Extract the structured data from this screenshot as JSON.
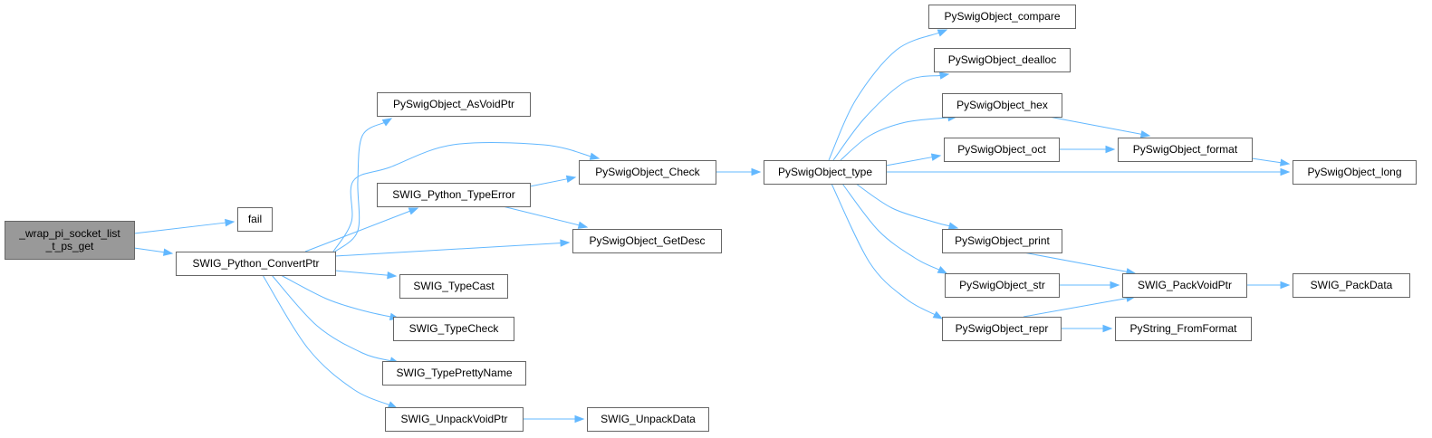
{
  "nodes": [
    {
      "id": "root",
      "lines": [
        "_wrap_pi_socket_list",
        "_t_ps_get"
      ],
      "root": true
    },
    {
      "id": "fail",
      "lines": [
        "fail"
      ]
    },
    {
      "id": "convertptr",
      "lines": [
        "SWIG_Python_ConvertPtr"
      ]
    },
    {
      "id": "asvoidptr",
      "lines": [
        "PySwigObject_AsVoidPtr"
      ]
    },
    {
      "id": "typeerror",
      "lines": [
        "SWIG_Python_TypeError"
      ]
    },
    {
      "id": "check",
      "lines": [
        "PySwigObject_Check"
      ]
    },
    {
      "id": "getdesc",
      "lines": [
        "PySwigObject_GetDesc"
      ]
    },
    {
      "id": "typecast",
      "lines": [
        "SWIG_TypeCast"
      ]
    },
    {
      "id": "typecheck",
      "lines": [
        "SWIG_TypeCheck"
      ]
    },
    {
      "id": "typeprettyname",
      "lines": [
        "SWIG_TypePrettyName"
      ]
    },
    {
      "id": "unpackvoidptr",
      "lines": [
        "SWIG_UnpackVoidPtr"
      ]
    },
    {
      "id": "unpackdata",
      "lines": [
        "SWIG_UnpackData"
      ]
    },
    {
      "id": "type",
      "lines": [
        "PySwigObject_type"
      ]
    },
    {
      "id": "compare",
      "lines": [
        "PySwigObject_compare"
      ]
    },
    {
      "id": "dealloc",
      "lines": [
        "PySwigObject_dealloc"
      ]
    },
    {
      "id": "hex",
      "lines": [
        "PySwigObject_hex"
      ]
    },
    {
      "id": "oct",
      "lines": [
        "PySwigObject_oct"
      ]
    },
    {
      "id": "format",
      "lines": [
        "PySwigObject_format"
      ]
    },
    {
      "id": "long",
      "lines": [
        "PySwigObject_long"
      ]
    },
    {
      "id": "print",
      "lines": [
        "PySwigObject_print"
      ]
    },
    {
      "id": "str",
      "lines": [
        "PySwigObject_str"
      ]
    },
    {
      "id": "repr",
      "lines": [
        "PySwigObject_repr"
      ]
    },
    {
      "id": "packvoidptr",
      "lines": [
        "SWIG_PackVoidPtr"
      ]
    },
    {
      "id": "packdata",
      "lines": [
        "SWIG_PackData"
      ]
    },
    {
      "id": "fromformat",
      "lines": [
        "PyString_FromFormat"
      ]
    }
  ],
  "edges": [
    {
      "from": "root",
      "to": "fail"
    },
    {
      "from": "root",
      "to": "convertptr"
    },
    {
      "from": "convertptr",
      "to": "asvoidptr"
    },
    {
      "from": "convertptr",
      "to": "check"
    },
    {
      "from": "convertptr",
      "to": "typeerror"
    },
    {
      "from": "convertptr",
      "to": "getdesc"
    },
    {
      "from": "convertptr",
      "to": "typecast"
    },
    {
      "from": "convertptr",
      "to": "typecheck"
    },
    {
      "from": "convertptr",
      "to": "typeprettyname"
    },
    {
      "from": "convertptr",
      "to": "unpackvoidptr"
    },
    {
      "from": "typeerror",
      "to": "check"
    },
    {
      "from": "typeerror",
      "to": "getdesc"
    },
    {
      "from": "unpackvoidptr",
      "to": "unpackdata"
    },
    {
      "from": "check",
      "to": "type"
    },
    {
      "from": "type",
      "to": "compare"
    },
    {
      "from": "type",
      "to": "dealloc"
    },
    {
      "from": "type",
      "to": "hex"
    },
    {
      "from": "type",
      "to": "oct"
    },
    {
      "from": "type",
      "to": "long"
    },
    {
      "from": "type",
      "to": "print"
    },
    {
      "from": "type",
      "to": "str"
    },
    {
      "from": "type",
      "to": "repr"
    },
    {
      "from": "hex",
      "to": "format"
    },
    {
      "from": "oct",
      "to": "format"
    },
    {
      "from": "format",
      "to": "long"
    },
    {
      "from": "print",
      "to": "packvoidptr"
    },
    {
      "from": "str",
      "to": "packvoidptr"
    },
    {
      "from": "repr",
      "to": "packvoidptr"
    },
    {
      "from": "repr",
      "to": "fromformat"
    },
    {
      "from": "packvoidptr",
      "to": "packdata"
    }
  ],
  "colors": {
    "edge": "#63b8ff",
    "node_border": "#666666",
    "root_fill": "#999999",
    "node_fill": "#ffffff"
  }
}
